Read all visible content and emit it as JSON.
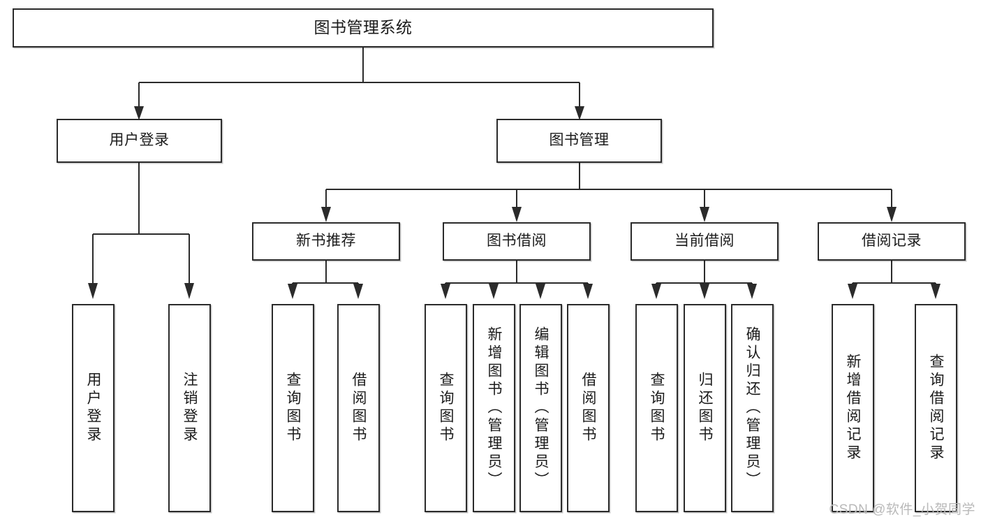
{
  "diagram": {
    "title": "图书管理系统",
    "type": "tree",
    "watermark": "CSDN @软件_小贺同学",
    "colors": {
      "box_border": "#2b2b2b",
      "box_fill": "#ffffff",
      "connector": "#2b2b2b",
      "watermark": "#b9b9b9",
      "background": "#ffffff"
    }
  },
  "root": {
    "label": "图书管理系统"
  },
  "level1": [
    {
      "label": "用户登录"
    },
    {
      "label": "图书管理"
    }
  ],
  "level2": [
    {
      "label": "新书推荐"
    },
    {
      "label": "图书借阅"
    },
    {
      "label": "当前借阅"
    },
    {
      "label": "借阅记录"
    }
  ],
  "leaves": {
    "user_login": [
      {
        "label": "用户登录"
      },
      {
        "label": "注销登录"
      }
    ],
    "new_book": [
      {
        "label": "查询图书"
      },
      {
        "label": "借阅图书"
      }
    ],
    "book_borrow": [
      {
        "label": "查询图书"
      },
      {
        "label": "新增图书（管理员）"
      },
      {
        "label": "编辑图书（管理员）"
      },
      {
        "label": "借阅图书"
      }
    ],
    "current_borrow": [
      {
        "label": "查询图书"
      },
      {
        "label": "归还图书"
      },
      {
        "label": "确认归还（管理员）"
      }
    ],
    "borrow_record": [
      {
        "label": "新增借阅记录"
      },
      {
        "label": "查询借阅记录"
      }
    ]
  }
}
